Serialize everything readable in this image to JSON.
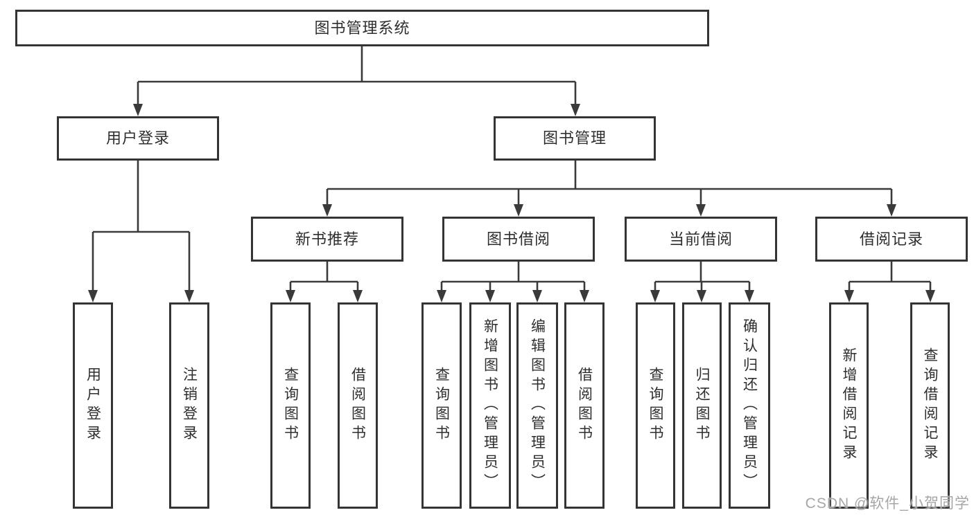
{
  "diagram_title": "图书管理系统",
  "nodes": {
    "root": "图书管理系统",
    "l2": [
      "用户登录",
      "图书管理"
    ],
    "l3": [
      "新书推荐",
      "图书借阅",
      "当前借阅",
      "借阅记录"
    ],
    "g1": [
      "用户登录",
      "注销登录"
    ],
    "g2": [
      "查询图书",
      "借阅图书"
    ],
    "g3": [
      "查询图书",
      "新增图书（管理员）",
      "编辑图书（管理员）",
      "借阅图书"
    ],
    "g4": [
      "查询图书",
      "归还图书",
      "确认归还（管理员）"
    ],
    "g5": [
      "新增借阅记录",
      "查询借阅记录"
    ]
  },
  "watermark": "CSDN @软件_小贺同学",
  "colors": {
    "line": "#3a3a3a",
    "border": "#343434",
    "text": "#2e2e2e",
    "bg": "#ffffff",
    "wm": "#a6a6a6"
  }
}
